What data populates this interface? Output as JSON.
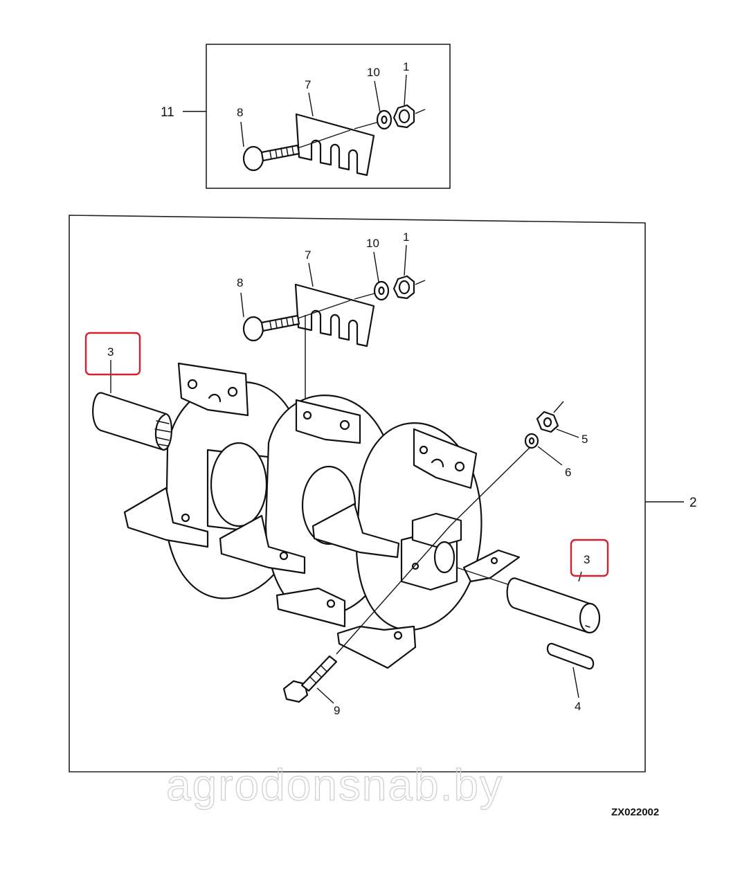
{
  "figure_id": "ZX022002",
  "watermark": "agrodonsnab.by",
  "highlight_color": "#d5202c",
  "inset": {
    "ref_label": "11",
    "labels": {
      "nut": "1",
      "washer": "10",
      "knife": "7",
      "bolt": "8"
    }
  },
  "main": {
    "ref_label": "2",
    "labels": {
      "nut": "1",
      "washer": "10",
      "knife": "7",
      "bolt": "8",
      "shaft_left": "3",
      "shaft_right": "3",
      "key": "4",
      "nut_small": "5",
      "lock_washer": "6",
      "long_bolt": "9"
    }
  }
}
